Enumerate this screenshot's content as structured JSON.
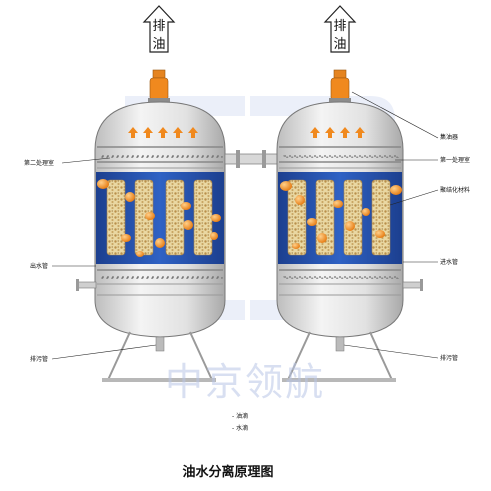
{
  "diagram": {
    "title": "油水分离原理图",
    "watermark": "中京领航",
    "outlets": [
      {
        "id": "left",
        "line1": "排",
        "line2": "油"
      },
      {
        "id": "right",
        "line1": "排",
        "line2": "油"
      }
    ],
    "labels_left": {
      "secondary_chamber": "第二处理室",
      "water_outlet": "出水管",
      "drain": "排污管"
    },
    "labels_right": {
      "collector": "集油器",
      "primary_chamber": "第一处理室",
      "coalescing_material": "聚结化材料",
      "water_pipe": "进水管",
      "drain": "排污管"
    },
    "legend": [
      {
        "label": "油滴",
        "color": "#111111"
      },
      {
        "label": "水滴",
        "color": "#111111"
      }
    ],
    "colors": {
      "water": "#1f4fa8",
      "oil": "#f08a1e",
      "vessel": "#e6e6e6",
      "cartridge": "#e8d6a6"
    }
  }
}
